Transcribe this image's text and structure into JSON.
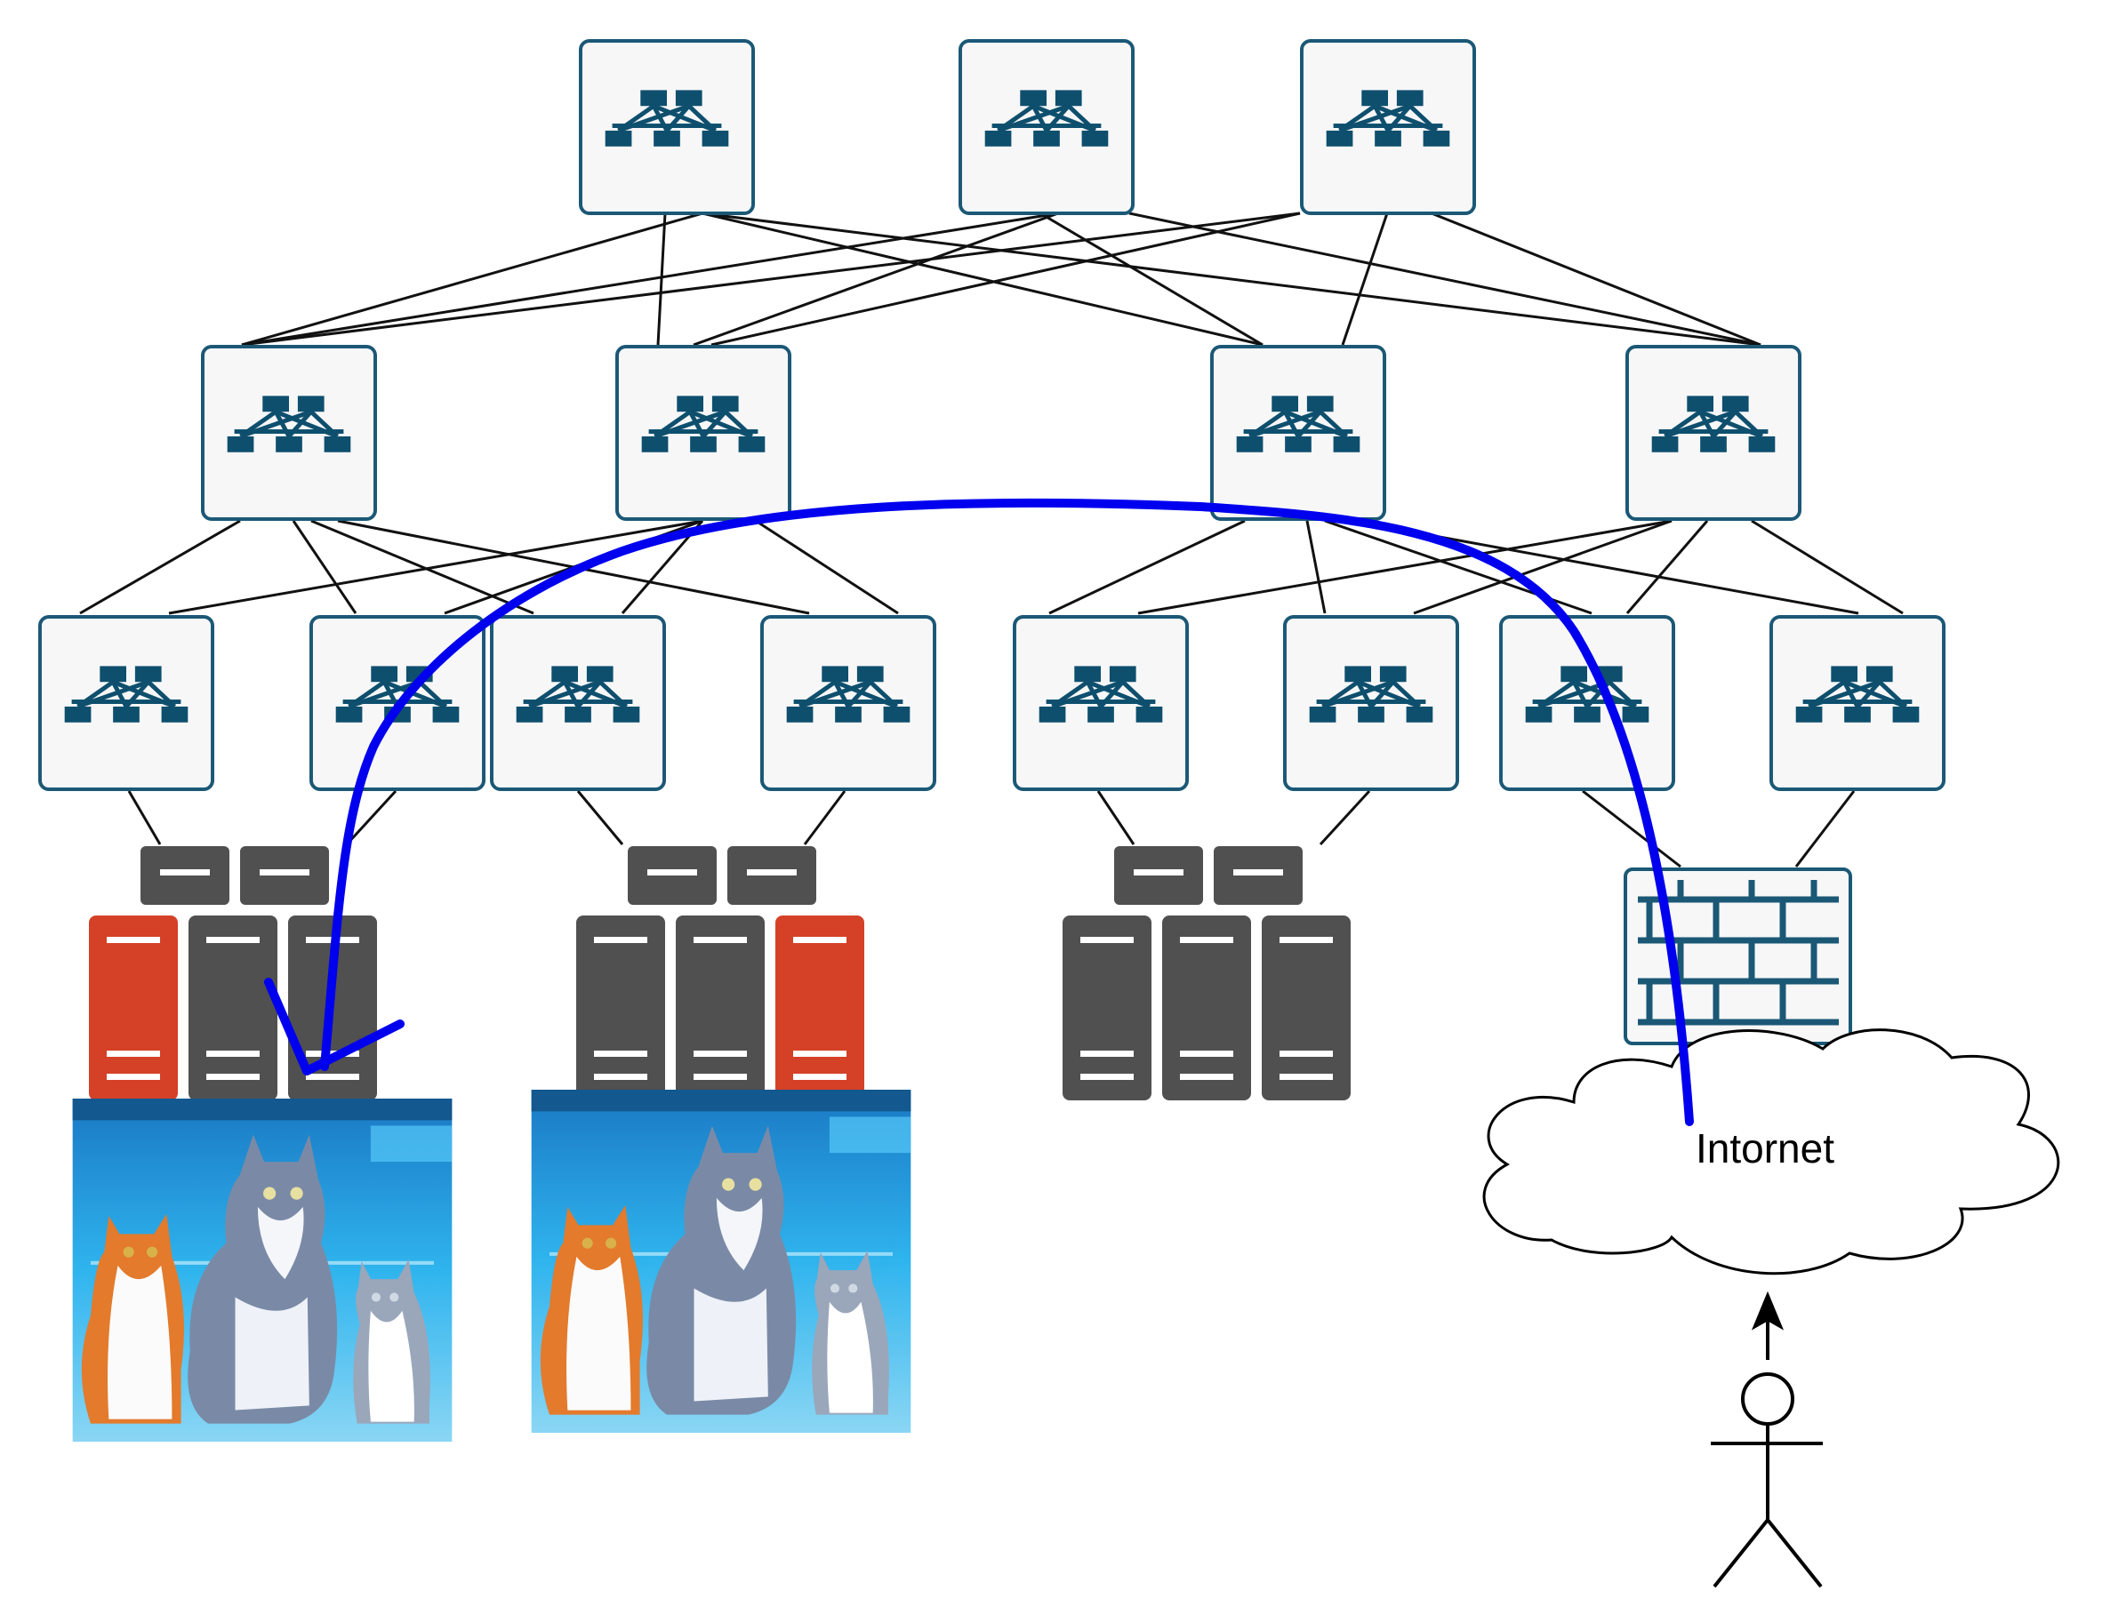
{
  "diagram": {
    "cloud_label": "Intornet",
    "colors": {
      "switch_icon": "#0e4f6e",
      "switch_border": "#1b5876",
      "switch_fill": "#f7f7f7",
      "server_dark": "#505050",
      "server_alert": "#d44127",
      "route_arrow": "#0000ee",
      "link": "#111111",
      "firewall": "#1b5876"
    },
    "tiers": {
      "core": [
        "core-switch-1",
        "core-switch-2",
        "core-switch-3"
      ],
      "aggregation": [
        "agg-switch-1",
        "agg-switch-2",
        "agg-switch-3",
        "agg-switch-4"
      ],
      "access": [
        "access-switch-1",
        "access-switch-2",
        "access-switch-3",
        "access-switch-4",
        "access-switch-5",
        "access-switch-6",
        "access-switch-7",
        "access-switch-8"
      ]
    },
    "server_racks": [
      {
        "name": "server-rack-1",
        "unit_states": [
          "alert",
          "dark",
          "dark"
        ],
        "has_cat_image": true
      },
      {
        "name": "server-rack-2",
        "unit_states": [
          "dark",
          "dark",
          "alert"
        ],
        "has_cat_image": true
      },
      {
        "name": "server-rack-3",
        "unit_states": [
          "dark",
          "dark",
          "dark"
        ],
        "has_cat_image": false
      }
    ],
    "icons": [
      "switch-icon",
      "server-icon",
      "firewall-icon",
      "cloud-icon",
      "stick-figure-user-icon",
      "cat-illustration"
    ]
  }
}
